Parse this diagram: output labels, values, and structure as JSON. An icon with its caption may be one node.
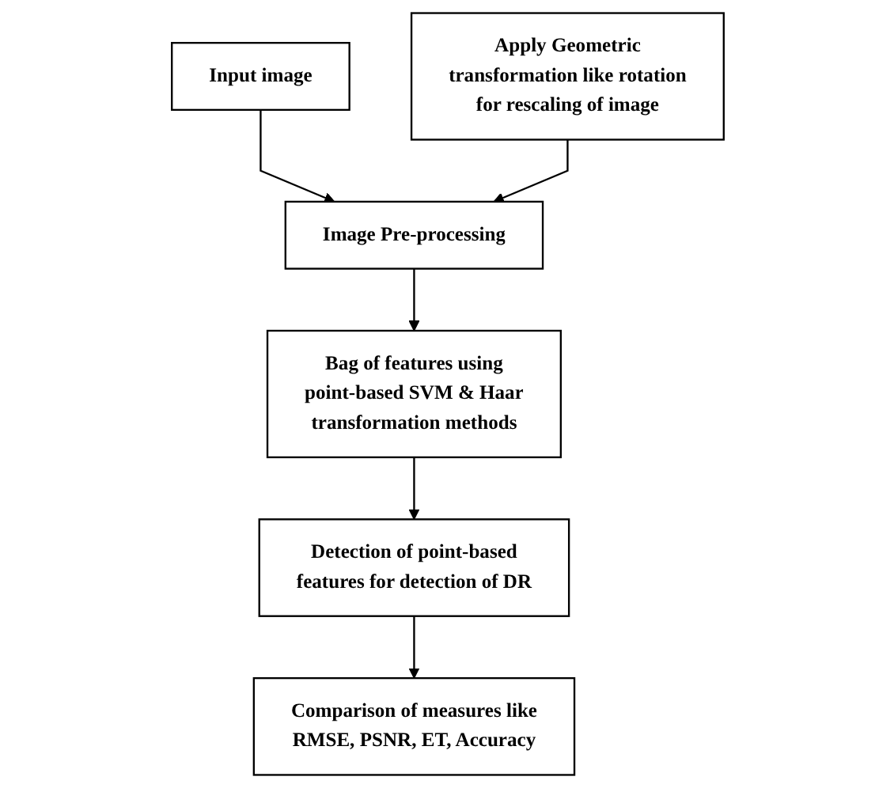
{
  "diagram": {
    "nodes": [
      {
        "text": [
          "Input image"
        ]
      },
      {
        "text": [
          "Image Pre-processing"
        ]
      },
      {
        "text": [
          "Apply Geometric transformation like rotation for rescaling of image"
        ]
      },
      {
        "text": [
          "Bag of features using point-based SVM & Haar transformation methods"
        ]
      },
      {
        "text": [
          "Detection of point-based features for detection of DR"
        ]
      },
      {
        "text": [
          "Comparison of measures like RMSE, PSNR, ET, Accuracy"
        ]
      }
    ],
    "edges": [
      {
        "from": 0,
        "to": 1,
        "arrow": "to"
      },
      {
        "from": 2,
        "to": 1,
        "arrow": "to"
      },
      {
        "from": 1,
        "to": 3,
        "arrow": "to"
      },
      {
        "from": 3,
        "to": 4,
        "arrow": "to"
      },
      {
        "from": 4,
        "to": 5,
        "arrow": "to"
      }
    ]
  }
}
